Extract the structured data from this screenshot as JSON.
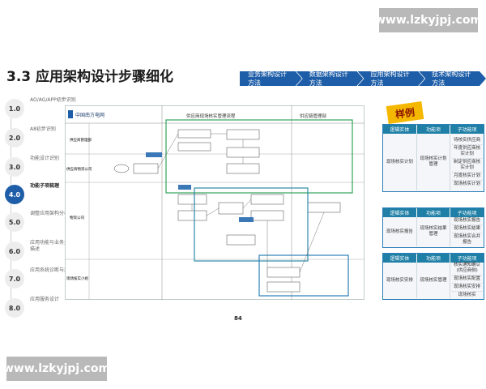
{
  "watermark": {
    "top": "www.lzkyjpj.com",
    "bottom": "www.lzkyjpj.com"
  },
  "title": "3.3 应用架构设计步骤细化",
  "breadcrumb": [
    "业务架构设计方法",
    "数据架构设计方法",
    "应用架构设计方法",
    "技术架构设计方法"
  ],
  "steps": [
    {
      "num": "1.0",
      "label": "AO/AG/APP初步识别"
    },
    {
      "num": "2.0",
      "label": "A8初步识别"
    },
    {
      "num": "3.0",
      "label": "功能设计识别"
    },
    {
      "num": "4.0",
      "label": "功能子项梳理",
      "active": true
    },
    {
      "num": "5.0",
      "label": "调整应用架构分析"
    },
    {
      "num": "6.0",
      "label": "应用功能与业务关系描述"
    },
    {
      "num": "7.0",
      "label": "应用系统诊断与集成"
    },
    {
      "num": "8.0",
      "label": "应用服务设计"
    }
  ],
  "diagram": {
    "logo": "中国南方电网",
    "title": "供应商现场核实管理流程",
    "title2": "供应链管理部",
    "lanes": [
      "供应商管理部",
      "供应商物资公司",
      "物资公司",
      "现场核实小组"
    ],
    "page": "84"
  },
  "badge": "样例",
  "tables": [
    {
      "headers": [
        "逻辑实体",
        "功能项",
        "子功能项"
      ],
      "entity": "现场核实计划",
      "function": "现场核实计划管理",
      "subs": [
        "待核实供应商",
        "年度供应商核实计划",
        "制定供应商核实计划",
        "月度核实计划",
        "现场核实计划"
      ]
    },
    {
      "headers": [
        "逻辑实体",
        "功能项",
        "子功能项"
      ],
      "entity": "现场核实报告",
      "function": "现场核实结果管理",
      "subs": [
        "现场核实报告",
        "现场核实结果",
        "现场核实合并报告"
      ]
    },
    {
      "headers": [
        "逻辑实体",
        "功能项",
        "子功能项"
      ],
      "entity": "现场核实安排",
      "function": "现场核实管理",
      "subs": [
        "核实通知确认(供应商侧)",
        "现场核实配置",
        "现场核实安排",
        "现场核实"
      ]
    }
  ]
}
